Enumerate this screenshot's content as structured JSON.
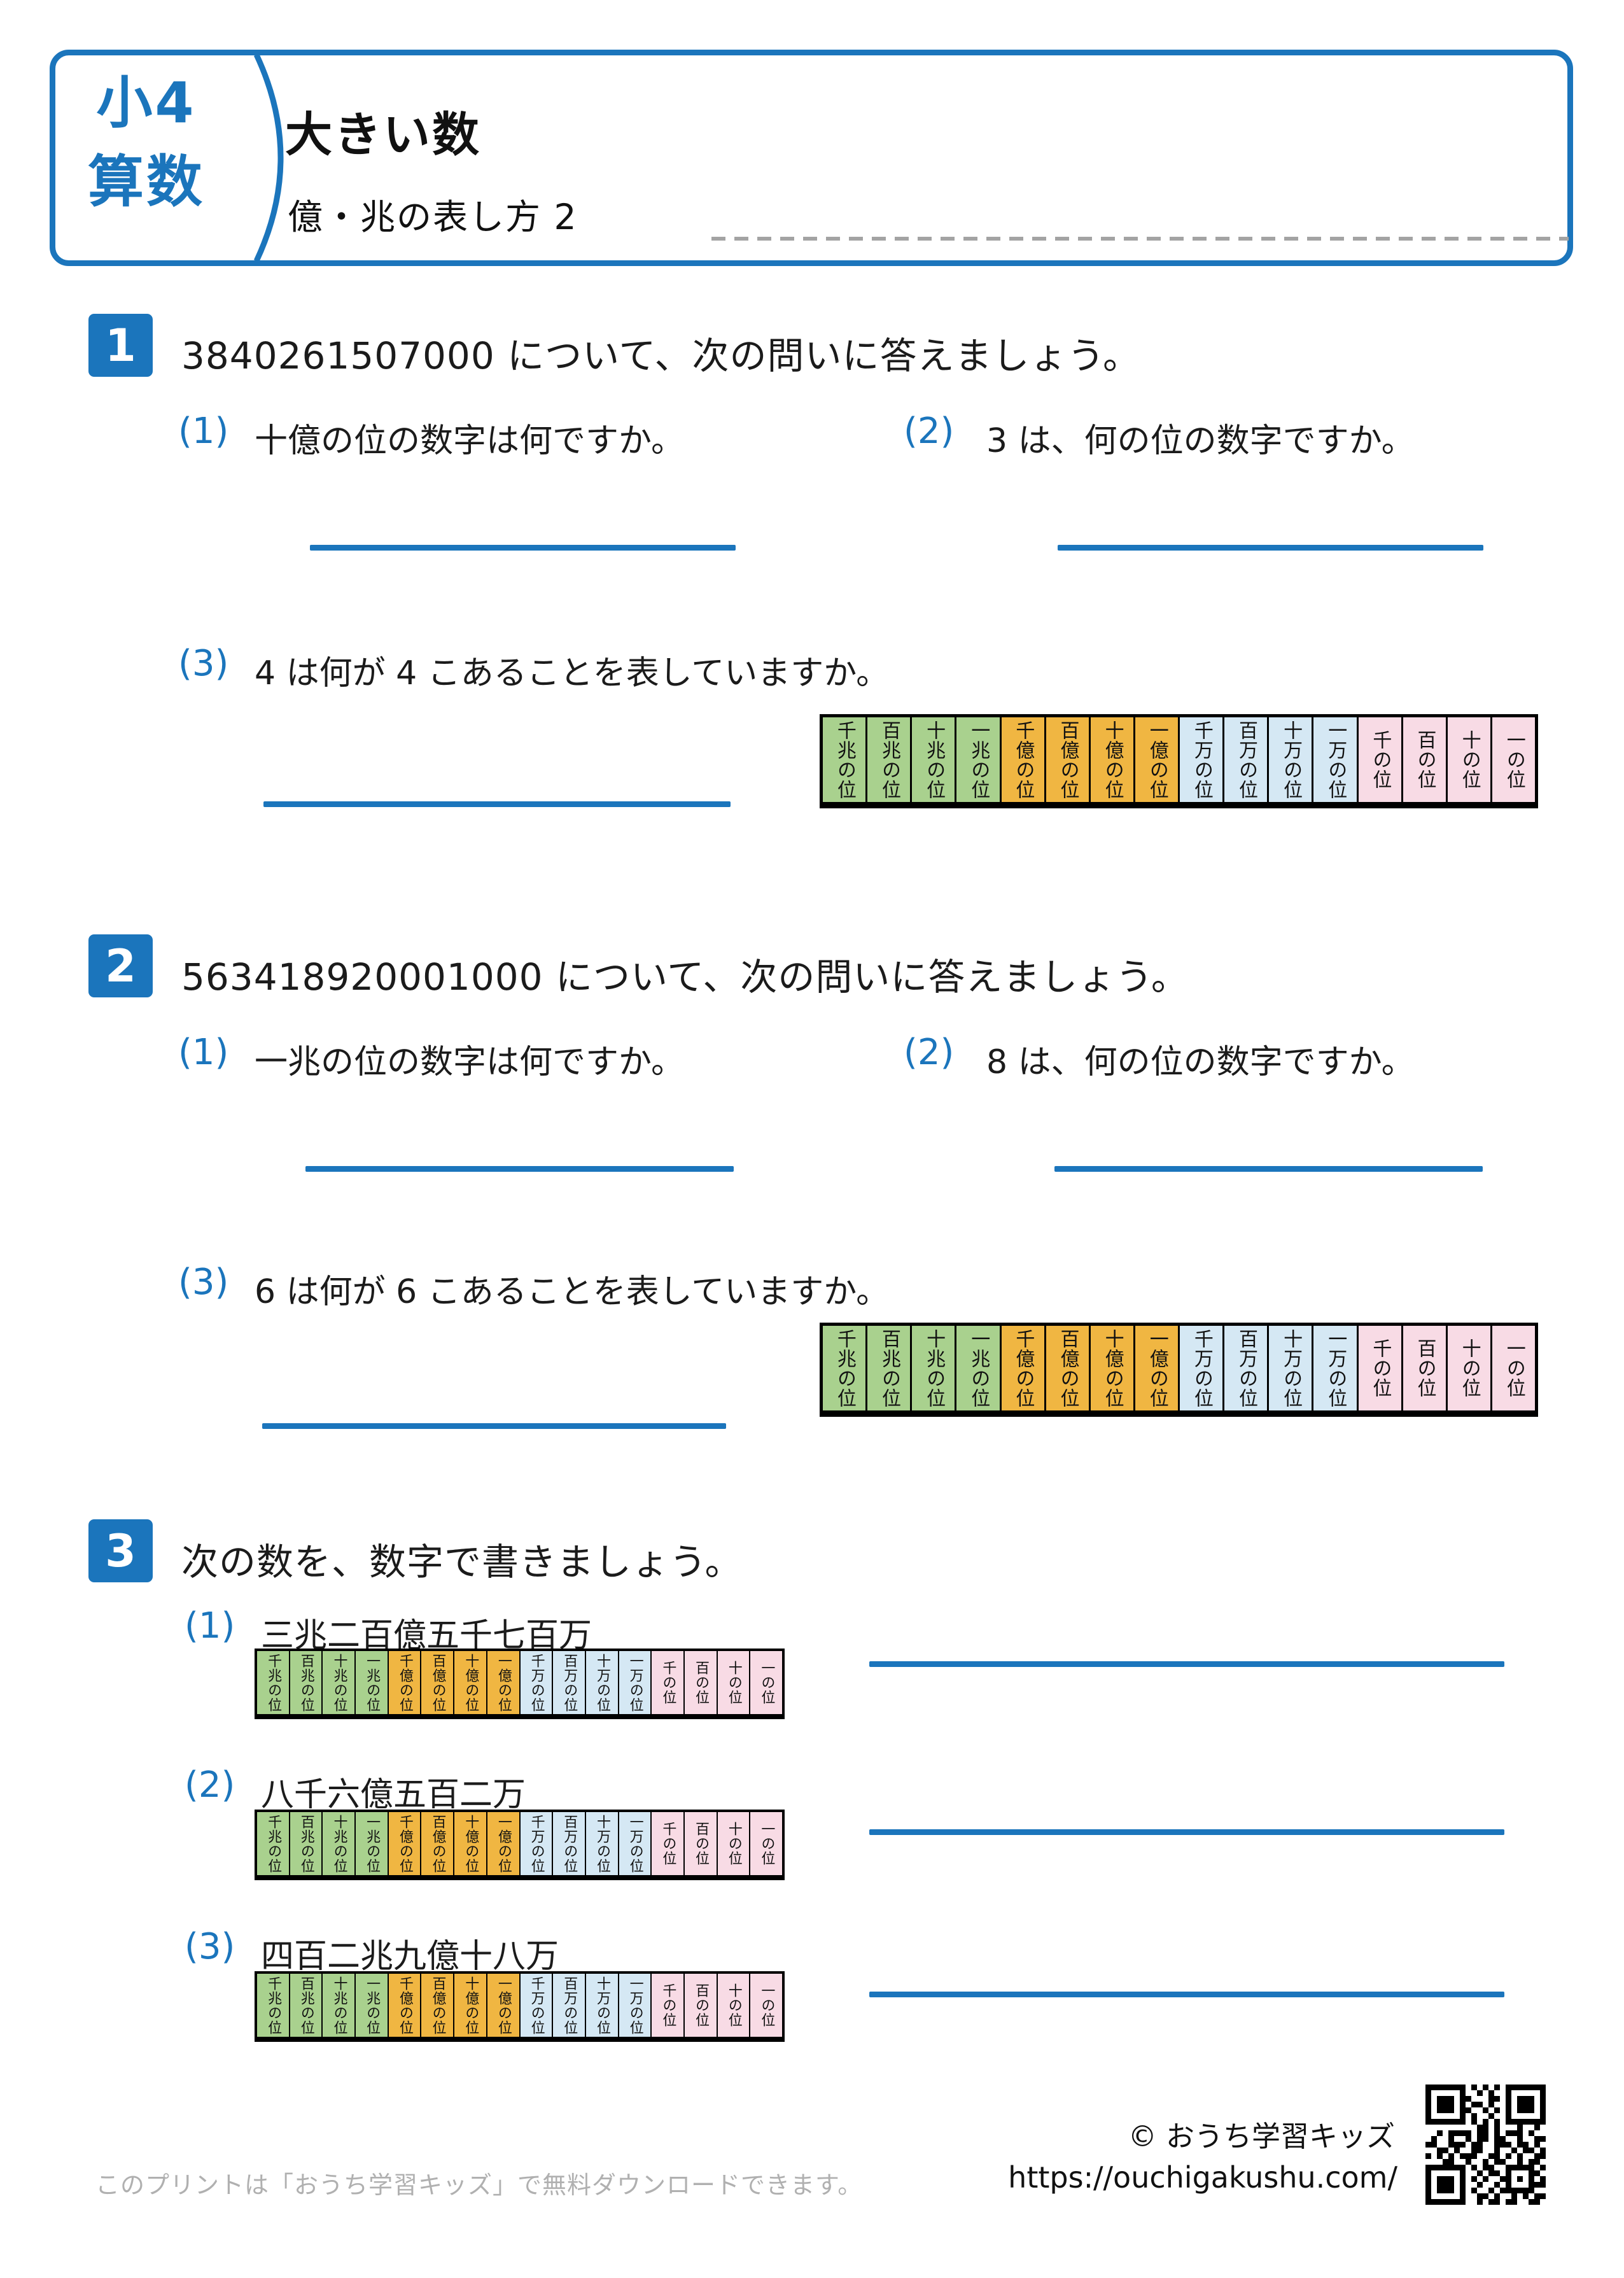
{
  "colors": {
    "accent_blue": "#1b75bc",
    "group_cho_green": "#a9d18e",
    "group_oku_orange": "#f0b642",
    "group_man_blue": "#d5e8f4",
    "group_one_pink": "#f8dbe5",
    "table_border": "#000000",
    "footer_gray": "#b0b0b0"
  },
  "header": {
    "grade": "小4",
    "subject": "算数",
    "title": "大きい数",
    "subtitle": "億・兆の表し方 2"
  },
  "place_values": [
    {
      "label": "千兆の位",
      "color": "#a9d18e"
    },
    {
      "label": "百兆の位",
      "color": "#a9d18e"
    },
    {
      "label": "十兆の位",
      "color": "#a9d18e"
    },
    {
      "label": "一兆の位",
      "color": "#a9d18e"
    },
    {
      "label": "千億の位",
      "color": "#f0b642"
    },
    {
      "label": "百億の位",
      "color": "#f0b642"
    },
    {
      "label": "十億の位",
      "color": "#f0b642"
    },
    {
      "label": "一億の位",
      "color": "#f0b642"
    },
    {
      "label": "千万の位",
      "color": "#d5e8f4"
    },
    {
      "label": "百万の位",
      "color": "#d5e8f4"
    },
    {
      "label": "十万の位",
      "color": "#d5e8f4"
    },
    {
      "label": "一万の位",
      "color": "#d5e8f4"
    },
    {
      "label": "千の位",
      "color": "#f8dbe5"
    },
    {
      "label": "百の位",
      "color": "#f8dbe5"
    },
    {
      "label": "十の位",
      "color": "#f8dbe5"
    },
    {
      "label": "一の位",
      "color": "#f8dbe5"
    }
  ],
  "q1": {
    "badge": "1",
    "statement": "3840261507000 について、次の問いに答えましょう。",
    "sub1_label": "(1)",
    "sub1_text": "十億の位の数字は何ですか。",
    "sub2_label": "(2)",
    "sub2_text": "3 は、何の位の数字ですか。",
    "sub3_label": "(3)",
    "sub3_text": "4 は何が 4 こあることを表していますか。"
  },
  "q2": {
    "badge": "2",
    "statement": "563418920001000 について、次の問いに答えましょう。",
    "sub1_label": "(1)",
    "sub1_text": "一兆の位の数字は何ですか。",
    "sub2_label": "(2)",
    "sub2_text": "8 は、何の位の数字ですか。",
    "sub3_label": "(3)",
    "sub3_text": "6 は何が 6 こあることを表していますか。"
  },
  "q3": {
    "badge": "3",
    "statement": "次の数を、数字で書きましょう。",
    "items": [
      {
        "label": "(1)",
        "text": "三兆二百億五千七百万"
      },
      {
        "label": "(2)",
        "text": "八千六億五百二万"
      },
      {
        "label": "(3)",
        "text": "四百二兆九億十八万"
      }
    ]
  },
  "footer": {
    "note": "このプリントは「おうち学習キッズ」で無料ダウンロードできます。",
    "copyright": "© おうち学習キッズ",
    "url": "https://ouchigakushu.com/"
  }
}
